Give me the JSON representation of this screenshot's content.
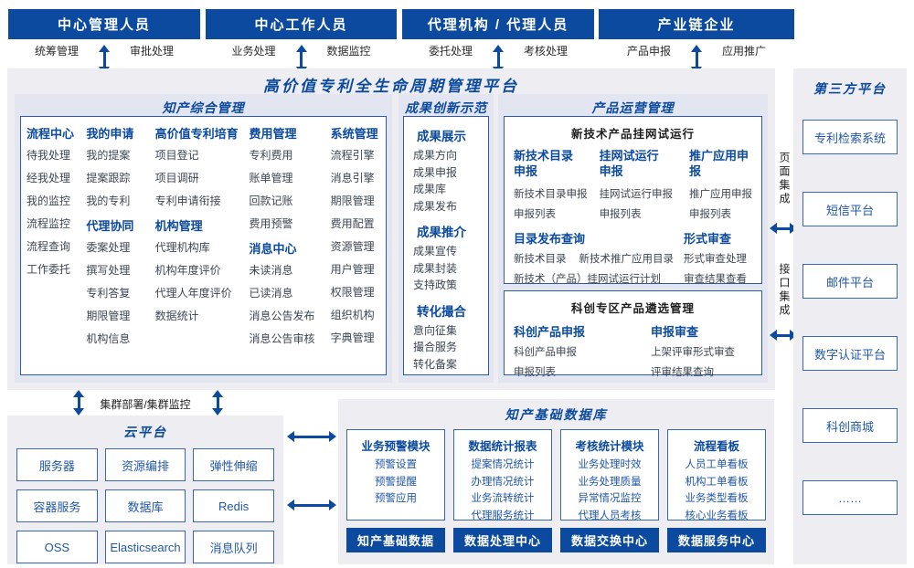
{
  "top_roles": [
    {
      "title": "中心管理人员",
      "left": "统筹管理",
      "right": "审批处理"
    },
    {
      "title": "中心工作人员",
      "left": "业务处理",
      "right": "数据监控"
    },
    {
      "title": "代理机构 / 代理人员",
      "left": "委托处理",
      "right": "考核处理"
    },
    {
      "title": "产业链企业",
      "left": "产品申报",
      "right": "应用推广"
    }
  ],
  "platform": {
    "title": "高价值专利全生命周期管理平台",
    "ip_mgmt": {
      "title": "知产综合管理",
      "columns": [
        {
          "groups": [
            {
              "title": "流程中心",
              "items": [
                "待我处理",
                "经我处理",
                "我的监控",
                "流程监控",
                "流程查询",
                "工作委托"
              ]
            }
          ]
        },
        {
          "groups": [
            {
              "title": "我的申请",
              "items": [
                "我的提案",
                "提案跟踪",
                "我的专利"
              ]
            },
            {
              "title": "代理协同",
              "items": [
                "委案处理",
                "撰写处理",
                "专利答复",
                "期限管理",
                "机构信息"
              ]
            }
          ]
        },
        {
          "groups": [
            {
              "title": "高价值专利培育",
              "items": [
                "项目登记",
                "项目调研",
                "专利申请衔接"
              ]
            },
            {
              "title": "机构管理",
              "items": [
                "代理机构库",
                "机构年度评价",
                "代理人年度评价",
                "数据统计"
              ]
            }
          ]
        },
        {
          "groups": [
            {
              "title": "费用管理",
              "items": [
                "专利费用",
                "账单管理",
                "回款记账",
                "费用预警"
              ]
            },
            {
              "title": "消息中心",
              "items": [
                "未读消息",
                "已读消息",
                "消息公告发布",
                "消息公告审核"
              ]
            }
          ]
        },
        {
          "groups": [
            {
              "title": "系统管理",
              "items": [
                "流程引擎",
                "消息引擎",
                "期限管理",
                "费用配置",
                "资源管理",
                "用户管理",
                "权限管理",
                "组织机构",
                "字典管理"
              ]
            }
          ]
        }
      ]
    },
    "achievement": {
      "title": "成果创新示范",
      "groups": [
        {
          "title": "成果展示",
          "items": [
            "成果方向",
            "成果申报",
            "成果库",
            "成果发布"
          ]
        },
        {
          "title": "成果推介",
          "items": [
            "成果宣传",
            "成果封装",
            "支持政策"
          ]
        },
        {
          "title": "转化撮合",
          "items": [
            "意向征集",
            "撮合服务",
            "转化备案"
          ]
        }
      ]
    },
    "product_ops": {
      "title": "产品运营管理",
      "trial": {
        "title": "新技术产品挂网试运行",
        "columns": [
          {
            "title": "新技术目录\n申报",
            "items": [
              "新技术目录申报",
              "申报列表"
            ]
          },
          {
            "title": "挂网试运行\n申报",
            "items": [
              "挂网试运行申报",
              "申报列表"
            ]
          },
          {
            "title": "推广应用申报",
            "items": [
              "推广应用申报",
              "申报列表"
            ]
          }
        ],
        "catalog": {
          "title": "目录发布查询",
          "row1": [
            "新技术目录",
            "新技术推广应用目录"
          ],
          "row2": "新技术（产品）挂网试运行计划"
        },
        "review": {
          "title": "形式审查",
          "items": [
            "形式审查处理",
            "审查结果查看"
          ]
        }
      },
      "selection": {
        "title": "科创专区产品遴选管理",
        "columns": [
          {
            "title": "科创产品申报",
            "items": [
              "科创产品申报",
              "申报列表"
            ]
          },
          {
            "title": "申报审查",
            "items": [
              "上架评审形式审查",
              "评审结果查询"
            ]
          }
        ]
      }
    }
  },
  "cluster_label": "集群部署/集群监控",
  "cloud": {
    "title": "云平台",
    "items": [
      "服务器",
      "资源编排",
      "弹性伸缩",
      "容器服务",
      "数据库",
      "Redis",
      "OSS",
      "Elasticsearch",
      "消息队列"
    ]
  },
  "data_platform": {
    "title": "知产基础数据库",
    "columns": [
      {
        "title": "业务预警模块",
        "items": [
          "预警设置",
          "预警提醒",
          "预警应用"
        ]
      },
      {
        "title": "数据统计报表",
        "items": [
          "提案情况统计",
          "办理情况统计",
          "业务流转统计",
          "代理服务统计"
        ]
      },
      {
        "title": "考核统计模块",
        "items": [
          "业务处理时效",
          "业务处理质量",
          "异常情况监控",
          "代理人员考核"
        ]
      },
      {
        "title": "流程看板",
        "items": [
          "人员工单看板",
          "机构工单看板",
          "业务类型看板",
          "核心业务看板"
        ]
      }
    ],
    "centers": [
      "知产基础数据",
      "数据处理中心",
      "数据交换中心",
      "数据服务中心"
    ]
  },
  "third_party": {
    "title": "第三方平台",
    "items": [
      "专利检索系统",
      "短信平台",
      "邮件平台",
      "数字认证平台",
      "科创商城",
      "……"
    ]
  },
  "integration": {
    "page": "页面集成",
    "api": "接口集成"
  },
  "colors": {
    "primary": "#0b4a9e",
    "accent": "#2157a8",
    "panel_bg": "#ededf2",
    "section_bg": "#e3e6f1"
  }
}
